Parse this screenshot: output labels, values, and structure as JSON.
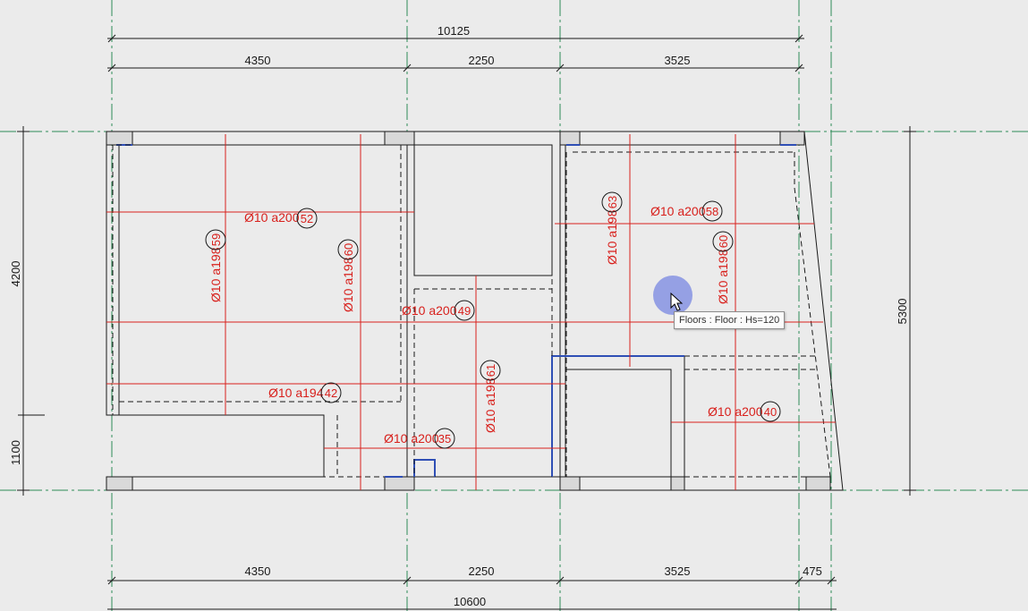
{
  "app": {
    "tooltip": "Floors : Floor : Hs=120"
  },
  "dimensions": {
    "top_total": "10125",
    "top_segments": [
      "4350",
      "2250",
      "3525"
    ],
    "bottom_segments": [
      "4350",
      "2250",
      "3525",
      "475"
    ],
    "bottom_total": "10600",
    "left_upper": "4200",
    "left_lower": "1100",
    "right": "5300"
  },
  "rebar_labels": [
    {
      "text": "Ø10 a200",
      "tag": "52"
    },
    {
      "text": "Ø10 a198",
      "tag": "59"
    },
    {
      "text": "Ø10 a198",
      "tag": "60"
    },
    {
      "text": "Ø10 a200",
      "tag": "49"
    },
    {
      "text": "Ø10 a194",
      "tag": "42"
    },
    {
      "text": "Ø10 a200",
      "tag": "35"
    },
    {
      "text": "Ø10 a198",
      "tag": "61"
    },
    {
      "text": "Ø10 a198",
      "tag": "63"
    },
    {
      "text": "Ø10 a200",
      "tag": "58"
    },
    {
      "text": "Ø10 a198",
      "tag": "60"
    },
    {
      "text": "Ø10 a200",
      "tag": "40"
    }
  ],
  "colors": {
    "background": "#ebebeb",
    "grid_line": "#2e8b57",
    "rebar": "#d8201c",
    "structure": "#1a1a1a",
    "highlight": "#2f4fb5",
    "cursor_halo": "#7887e1"
  },
  "icons": {
    "cursor": "mouse-pointer-icon"
  }
}
